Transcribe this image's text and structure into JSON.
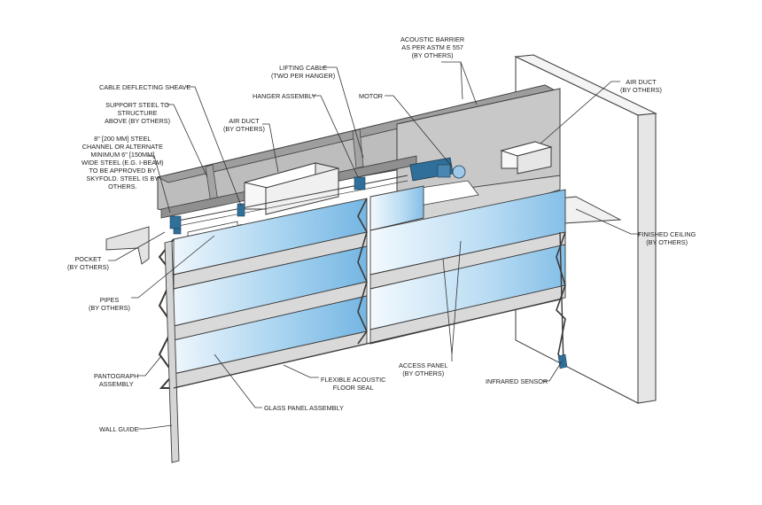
{
  "colors": {
    "glass_light": "#e8f3fb",
    "glass_mid": "#a9d4f0",
    "glass_dark": "#6fb3e2",
    "panel_gray": "#b8b8b8",
    "panel_gray_light": "#d9d9d9",
    "ceiling": "#f1f1f1",
    "wall": "#ffffff",
    "outline": "#3a3a3a",
    "hardware_blue": "#2f6f9a"
  },
  "labels": {
    "acoustic_barrier": "ACOUSTIC BARRIER\nAS PER ASTM E 557\n(BY OTHERS)",
    "lifting_cable": "LIFTING CABLE\n(TWO PER HANGER)",
    "cable_deflecting_sheave": "CABLE DEFLECTING SHEAVE",
    "hanger_assembly": "HANGER ASSEMBLY",
    "motor": "MOTOR",
    "air_duct_right": "AIR DUCT\n(BY OTHERS)",
    "support_steel": "SUPPORT STEEL TO\nSTRUCTURE\nABOVE (BY OTHERS)",
    "air_duct_left": "AIR DUCT\n(BY OTHERS)",
    "steel_channel_note": "8\" [200 mm] STEEL\nCHANNEL OR ALTERNATE\nMINIMUM 6\" [150mm]\nWIDE STEEL (e.g. I-BEAM)\nTO BE APPROVED BY\nSKYFOLD. STEEL IS BY\nOTHERS.",
    "finished_ceiling": "FINISHED CEILING\n(BY OTHERS)",
    "pocket": "POCKET\n(BY OTHERS)",
    "pipes": "PIPES\n(BY OTHERS)",
    "access_panel": "ACCESS PANEL\n(BY OTHERS)",
    "pantograph_assembly": "PANTOGRAPH\nASSEMBLY",
    "flexible_acoustic_floor_seal": "FLEXIBLE ACOUSTIC\nFLOOR SEAL",
    "infrared_sensor": "INFRARED SENSOR",
    "glass_panel_assembly": "GLASS PANEL ASSEMBLY",
    "wall_guide": "WALL GUIDE"
  }
}
